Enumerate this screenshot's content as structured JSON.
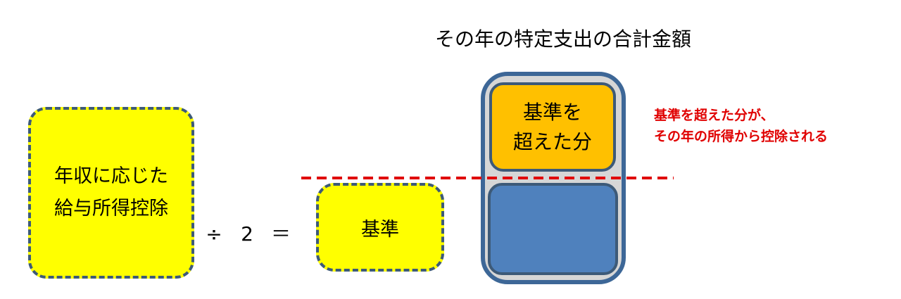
{
  "title": "その年の特定支出の合計金額",
  "left_box": {
    "line1": "年収に応じた",
    "line2": "給与所得控除"
  },
  "operators": {
    "divide": "÷",
    "two": "2",
    "equals": "＝"
  },
  "kijun_box": {
    "label": "基準"
  },
  "stack": {
    "top_line1": "基準を",
    "top_line2": "超えた分"
  },
  "note": {
    "line1": "基準を超えた分が、",
    "line2": "その年の所得から控除される"
  },
  "colors": {
    "yellow": "#ffff00",
    "orange": "#ffc000",
    "blue": "#4f81bd",
    "border": "#3d5a78",
    "red": "#e00000",
    "grey": "#d6d6d6"
  }
}
